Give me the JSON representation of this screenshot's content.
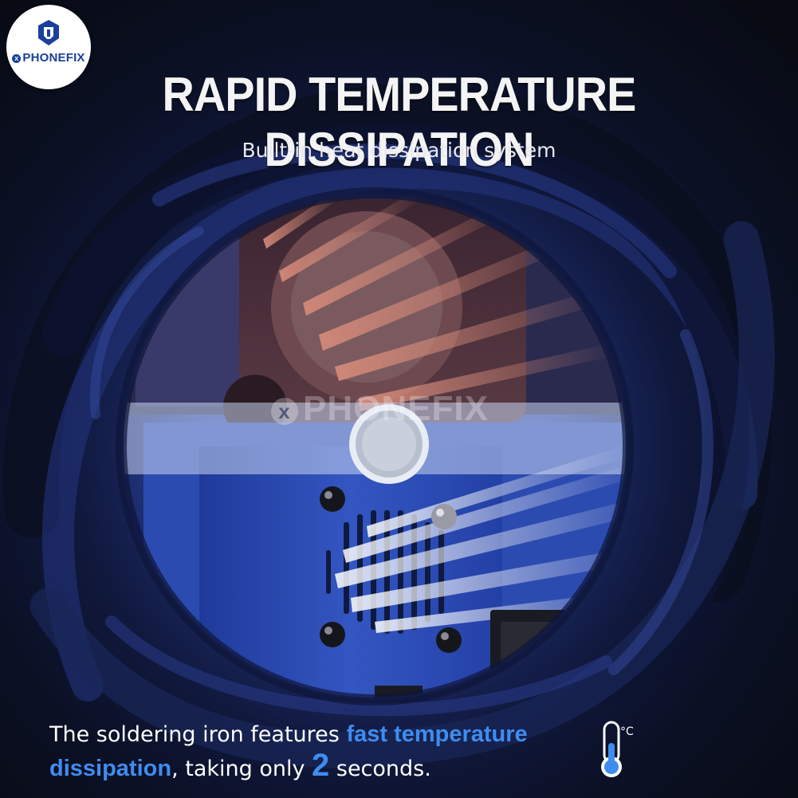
{
  "logo": {
    "brand": "PHONEFIX",
    "mark": "x"
  },
  "title": "RAPID TEMPERATURE DISSIPATION",
  "subtitle": "Built-in heat dissipation system",
  "watermark": {
    "text": "PHONEFIX",
    "mark": "x"
  },
  "caption": {
    "part1": "The soldering iron features ",
    "highlight1": "fast temperature dissipation",
    "part2": ", taking only ",
    "number": "2",
    "part3": " seconds."
  },
  "thermometer": {
    "unit": "°C",
    "icon": "thermometer-icon"
  },
  "colors": {
    "accent": "#3f8cf0",
    "logo_blue": "#1a3f9c",
    "heat": "#c8786a",
    "device_blue": "#2d4fb8"
  }
}
